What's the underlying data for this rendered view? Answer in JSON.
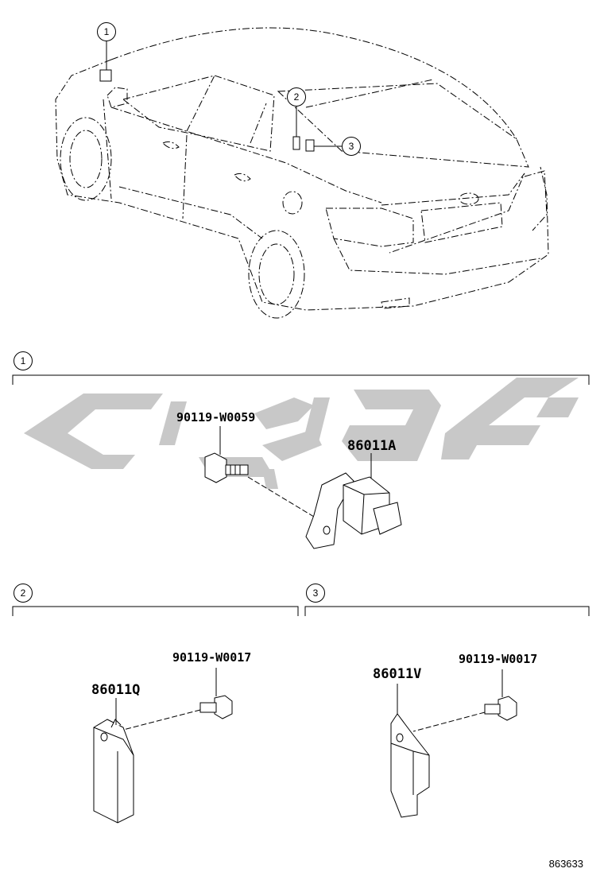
{
  "callouts": {
    "c1": "1",
    "c2": "2",
    "c3": "3"
  },
  "sections": [
    {
      "number": "1",
      "parts": [
        "90119-W0059",
        "86011A"
      ]
    },
    {
      "number": "2",
      "parts": [
        "90119-W0017",
        "86011Q"
      ]
    },
    {
      "number": "3",
      "parts": [
        "90119-W0017",
        "86011V"
      ]
    }
  ],
  "diagram_id": "863633",
  "watermark_color": "#c8c8c8",
  "line_color": "#000000"
}
